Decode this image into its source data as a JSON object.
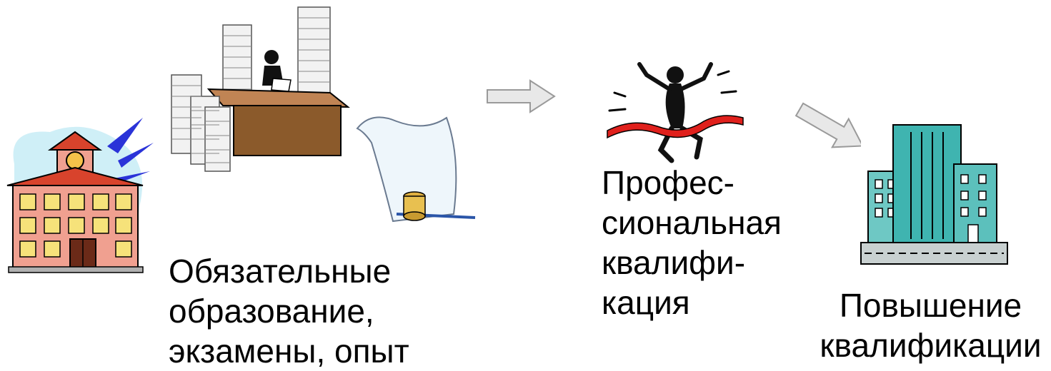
{
  "labels": {
    "requirements": {
      "line1": "Обязательные",
      "line2": "образование,",
      "line3": "экзамены, опыт"
    },
    "qualification": {
      "line1": "Профес-",
      "line2": "сиональная",
      "line3": "квалифи-",
      "line4": "кация"
    },
    "advancement": {
      "line1": "Повышение",
      "line2": "квалификации"
    }
  },
  "icons": [
    "school-building-icon",
    "desk-with-paper-stacks-icon",
    "scroll-with-inkwell-icon",
    "arrow-right-icon",
    "finish-line-runner-icon",
    "arrow-down-right-icon",
    "office-tower-icon"
  ],
  "colors": {
    "text": "#000000",
    "arrow_fill": "#e8e8e8",
    "arrow_stroke": "#9a9a9a",
    "ribbon": "#e0201c",
    "tower": "#3fb4b0",
    "school": "#f0a090",
    "desk": "#8b5a2b",
    "sky": "#cfeff7"
  }
}
